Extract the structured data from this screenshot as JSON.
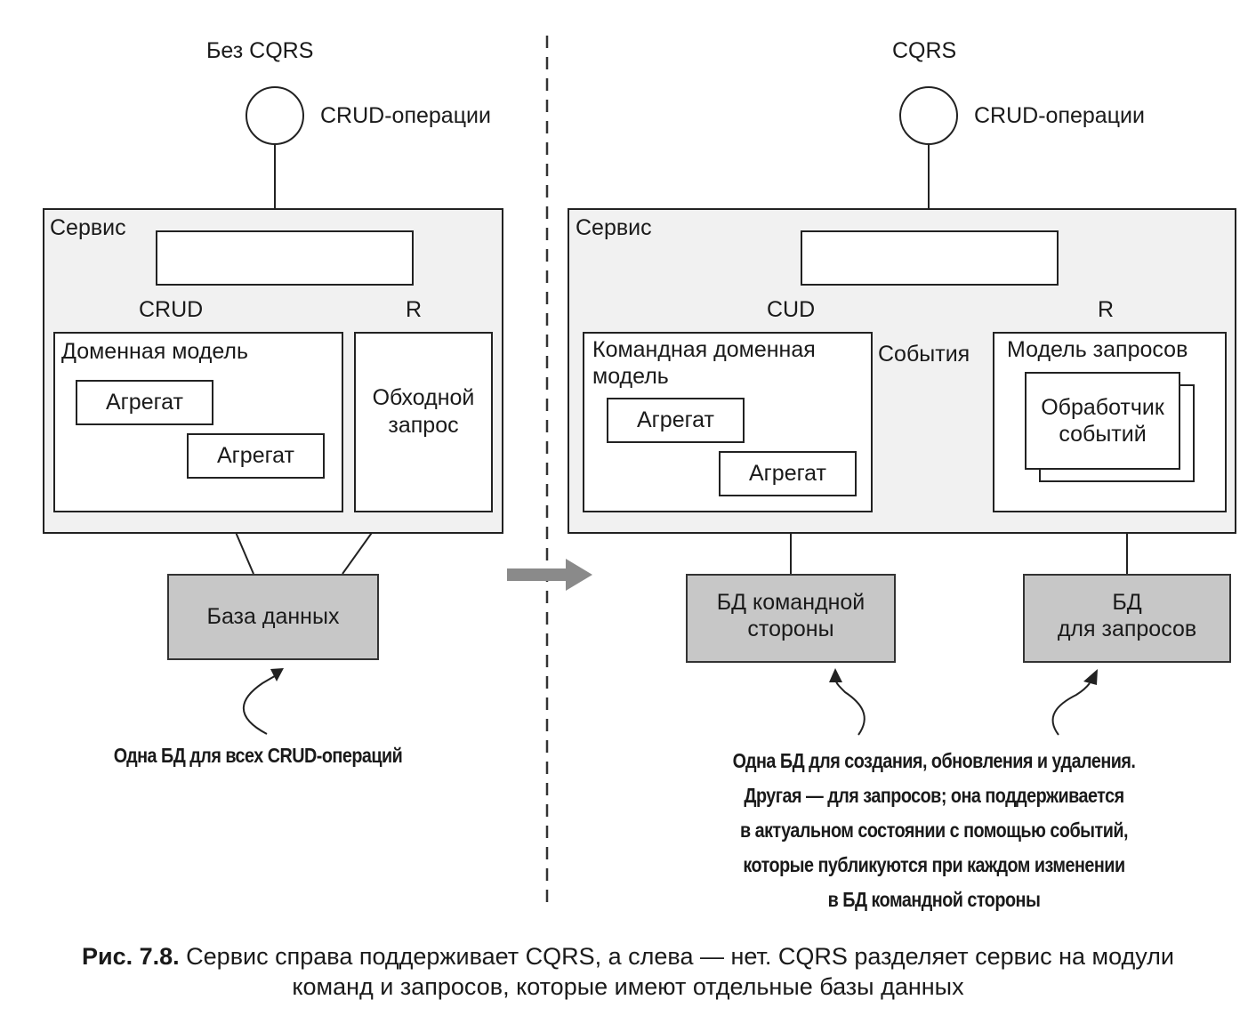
{
  "left": {
    "title": "Без CQRS",
    "circle_label": "CRUD-операции",
    "service_label": "Сервис",
    "crud_label": "CRUD",
    "r_label": "R",
    "domain_model": "Доменная модель",
    "aggregate_1": "Агрегат",
    "aggregate_2": "Агрегат",
    "bypass_line1": "Обходной",
    "bypass_line2": "запрос",
    "database": "База данных",
    "note": "Одна БД для всех CRUD-операций"
  },
  "right": {
    "title": "CQRS",
    "circle_label": "CRUD-операции",
    "service_label": "Сервис",
    "cud_label": "CUD",
    "r_label": "R",
    "command_model_line1": "Командная доменная",
    "command_model_line2": "модель",
    "aggregate_1": "Агрегат",
    "aggregate_2": "Агрегат",
    "events_label": "События",
    "query_model": "Модель запросов",
    "handler_line1": "Обработчик",
    "handler_line2": "событий",
    "command_db_line1": "БД командной",
    "command_db_line2": "стороны",
    "query_db_line1": "БД",
    "query_db_line2": "для запросов",
    "note_lines": [
      "Одна БД для создания, обновления и удаления.",
      "Другая — для запросов; она поддерживается",
      "в актуальном состоянии с помощью событий,",
      "которые публикуются при каждом изменении",
      "в БД командной стороны"
    ]
  },
  "caption": {
    "label": "Рис. 7.8.",
    "line1": "Сервис справа поддерживает CQRS, а слева — нет. CQRS разделяет сервис на модули",
    "line2": "команд и запросов, которые имеют отдельные базы данных"
  }
}
